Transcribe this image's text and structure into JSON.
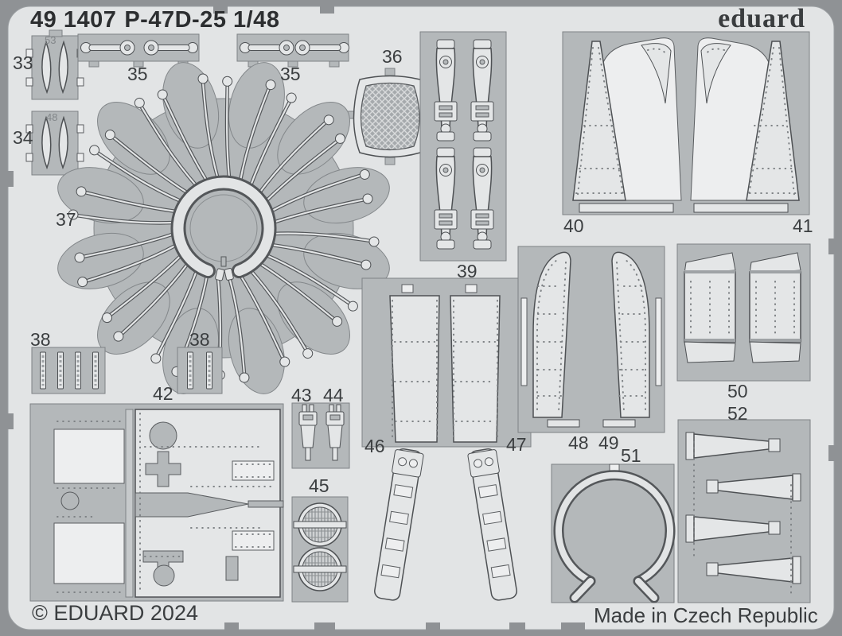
{
  "header": {
    "catalog_number": "49 1407",
    "title": "P-47D-25 1/48",
    "brand": "eduard"
  },
  "footer": {
    "copyright": "© EDUARD 2024",
    "made_in": "Made in Czech Republic"
  },
  "colors": {
    "background": "#8f9295",
    "sheet": "#e2e4e5",
    "plate": "#b4b8ba",
    "part": "#e4e6e7",
    "outline": "#4e5154",
    "text": "#3b3e40"
  },
  "labels": {
    "p33": "33",
    "e53": "53",
    "p34": "34",
    "e48": "48",
    "p35a": "35",
    "p35b": "35",
    "p36": "36",
    "p37": "37",
    "p38a": "38",
    "p38b": "38",
    "p39": "39",
    "p40": "40",
    "p41": "41",
    "p42": "42",
    "p43": "43",
    "p44": "44",
    "p45": "45",
    "p46": "46",
    "p47": "47",
    "p48": "48",
    "p49": "49",
    "p50": "50",
    "p51": "51",
    "p52": "52"
  }
}
